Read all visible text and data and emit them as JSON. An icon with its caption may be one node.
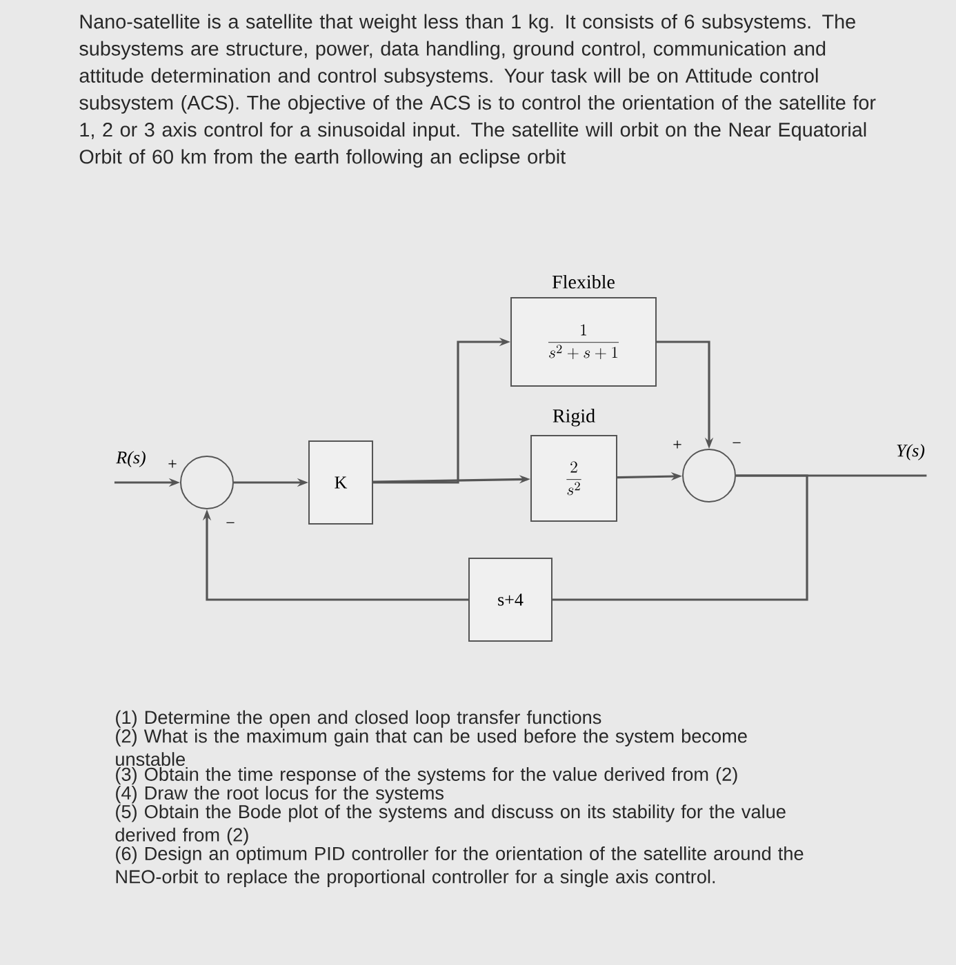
{
  "diagram": {
    "nodes": [
      {
        "text": [
          "R(s)"
        ]
      },
      {
        "text": [],
        "shape": "circle"
      },
      {
        "text": [
          "K"
        ]
      },
      {
        "text": [
          "Flexible",
          "\\frac{1}{s^2+s+1}"
        ]
      },
      {
        "text": [
          "Rigid",
          "\\frac{2}{s^2}"
        ]
      },
      {
        "text": [],
        "shape": "circle"
      },
      {
        "text": [
          "Y(s)"
        ]
      },
      {
        "text": [
          "s+4"
        ]
      }
    ],
    "edges": [
      {
        "from": 0,
        "to": 1,
        "arrow": "to"
      },
      {
        "from": 1,
        "to": 2,
        "arrow": "to"
      },
      {
        "from": 2,
        "to": 3,
        "arrow": "to"
      },
      {
        "from": 2,
        "to": 4,
        "arrow": "to"
      },
      {
        "from": 3,
        "to": 5,
        "arrow": "to"
      },
      {
        "from": 4,
        "to": 5,
        "arrow": "to"
      },
      {
        "from": 5,
        "to": 6,
        "arrow": "none"
      },
      {
        "from": 5,
        "to": 7,
        "arrow": "none"
      },
      {
        "from": 7,
        "to": 1,
        "arrow": "to"
      }
    ],
    "labels": [
      "Nano-satellite is a satellite that weight less than 1 kg. It consists of 6 subsystems. The subsystems are structure, power, data handling, ground control, communication and attitude determination and control subsystems. Your task will be on Attitude control subsystem (ACS). The objective of the ACS is to control the orientation of the satellite for 1, 2 or 3 axis control for a sinusoidal input. The satellite will orbit on the Near Equatorial Orbit of 60 km from the earth following an eclipse orbit",
      "+",
      "−",
      "+",
      "−",
      "(1) Determine the open and closed loop transfer functions",
      "(2) What is the maximum gain that can be used before the system become unstable",
      "(3) Obtain the time response of the systems for the value derived from (2)",
      "(4) Draw the root locus for the systems",
      "(5) Obtain the Bode plot of the systems and discuss on its stability for the value derived from (2)",
      "(6) Design an optimum PID controller for the orientation of the satellite around the NEO-orbit to replace the proportional controller for a single axis control."
    ]
  }
}
